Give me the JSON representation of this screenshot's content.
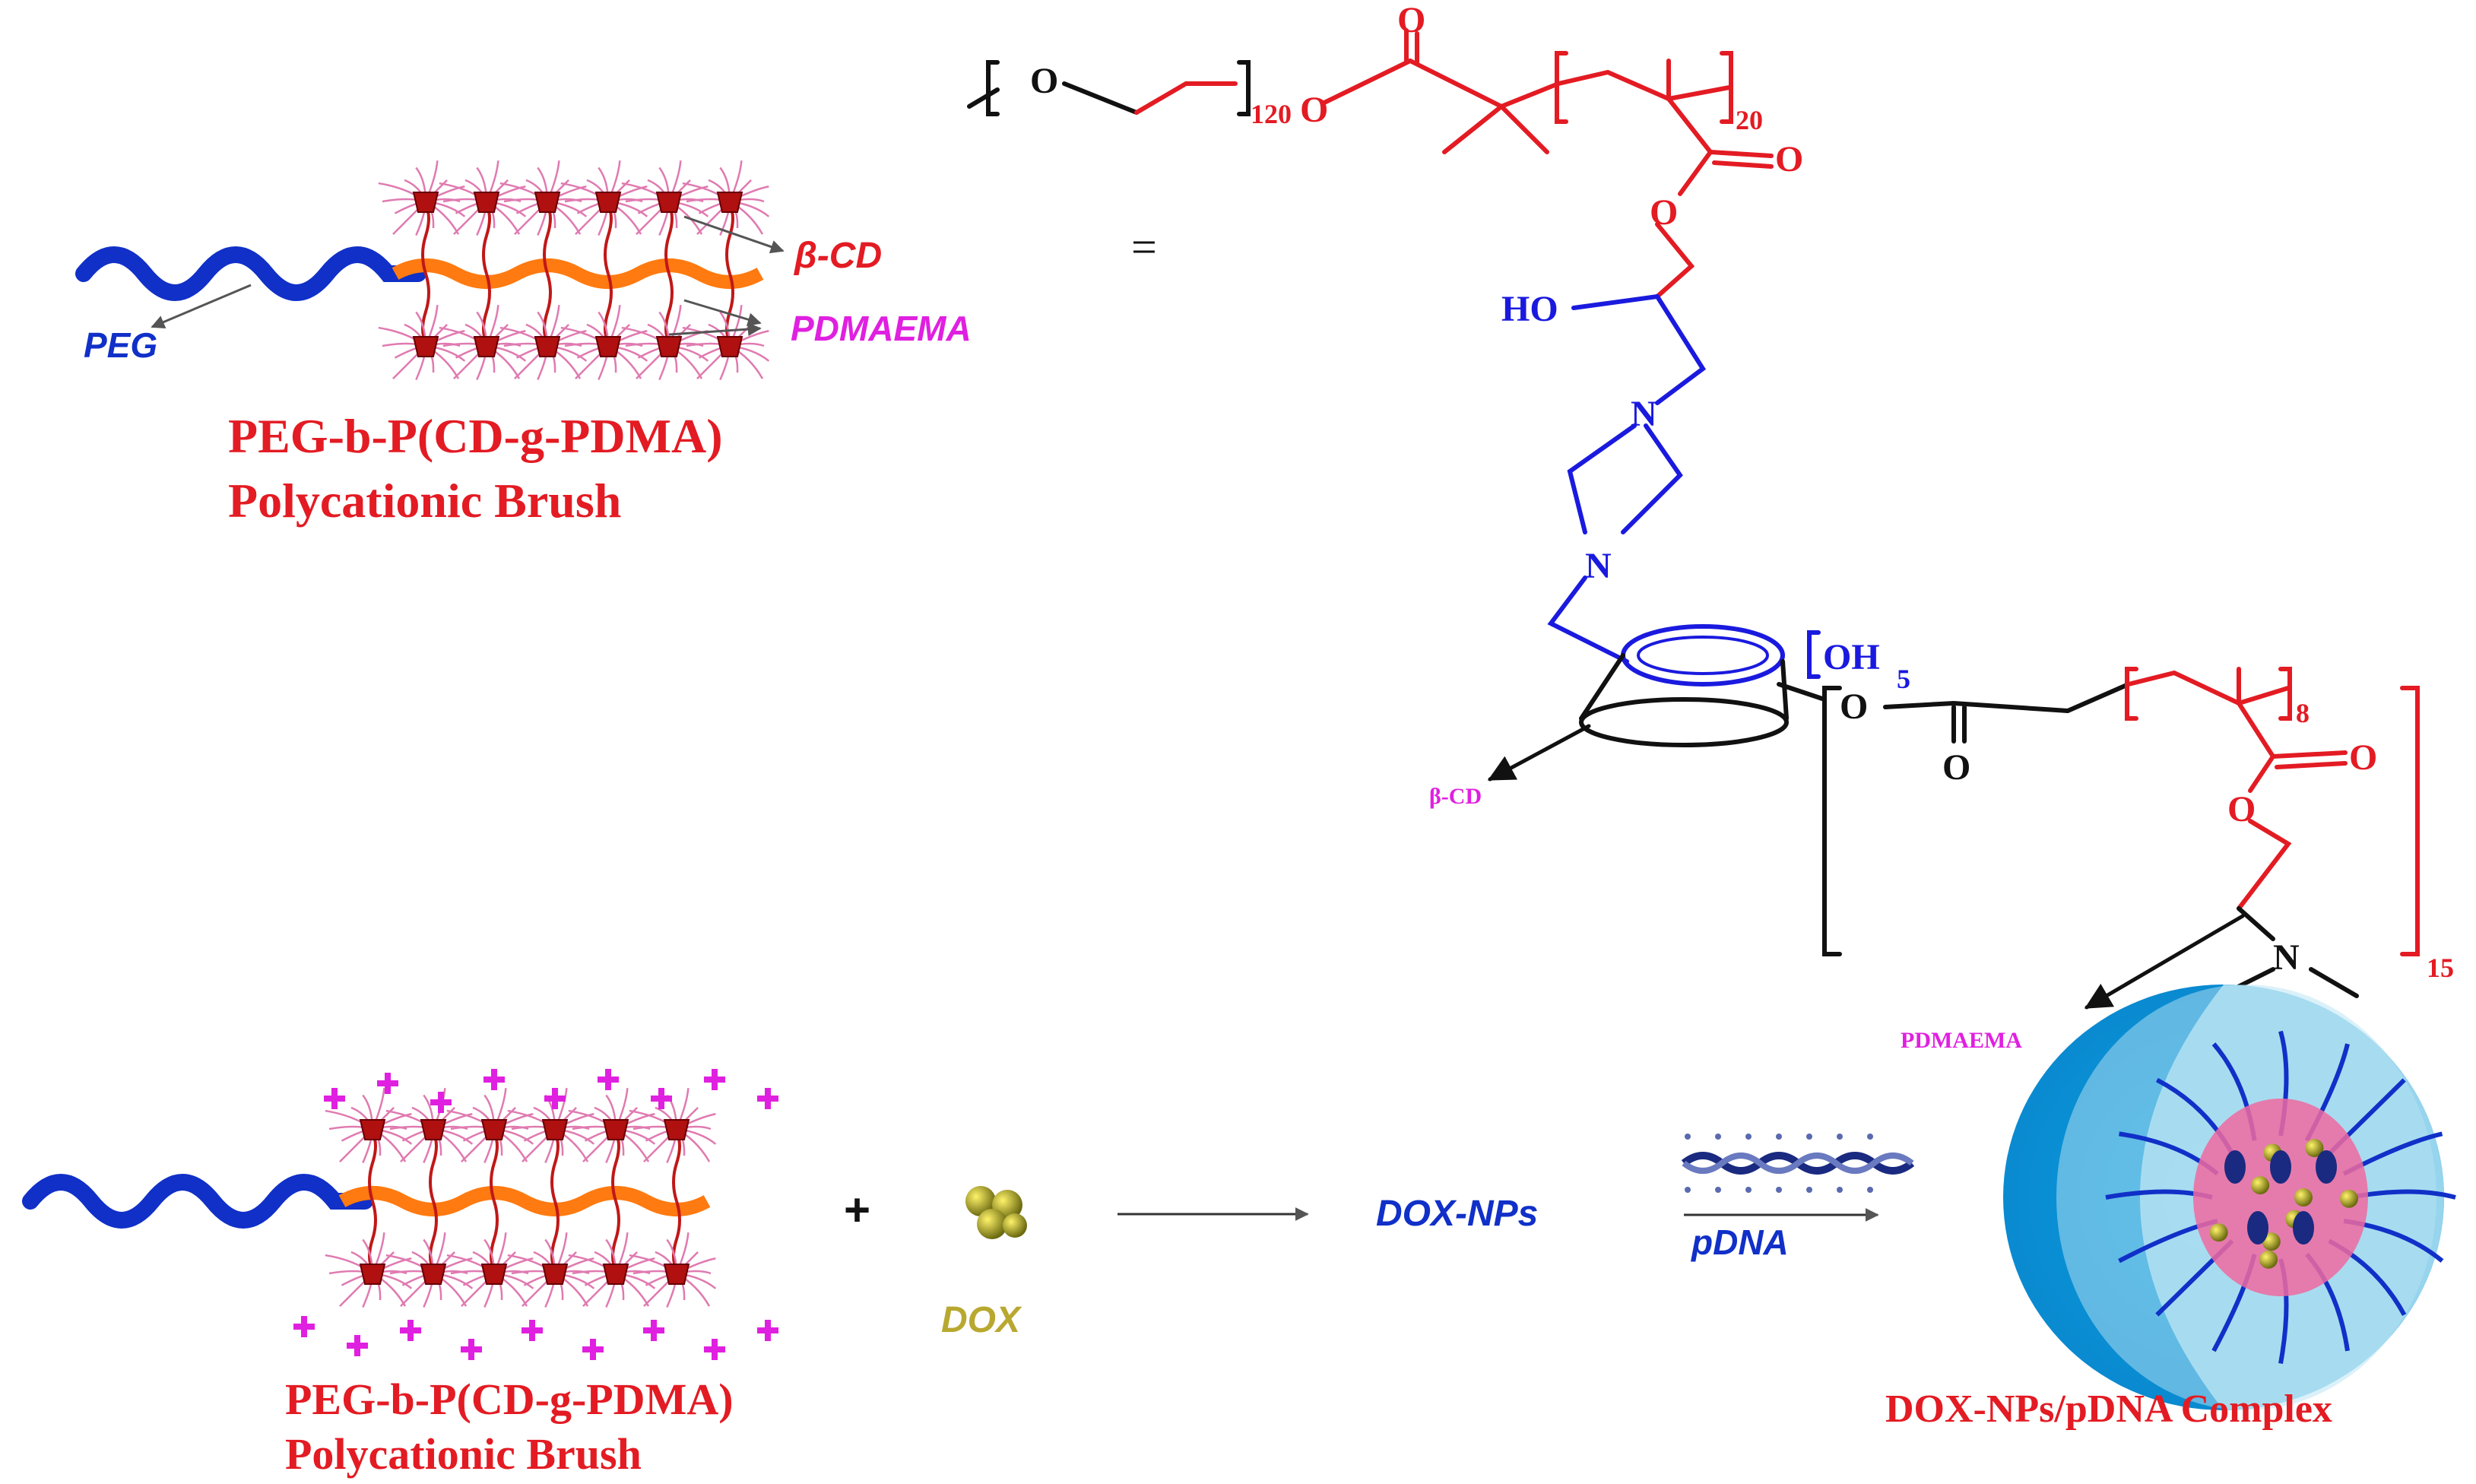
{
  "top_brush": {
    "label_beta_cd": "β-CD",
    "label_peg": "PEG",
    "label_pdmaema": "PDMAEMA",
    "caption_line1": "PEG-b-P(CD-g-PDMA)",
    "caption_line2": "Polycationic Brush"
  },
  "equals_sign": "=",
  "structure": {
    "peg_o": "O",
    "peg_repeat": "120",
    "ester_o": "O",
    "carbonyl_o_top": "O",
    "backbone_repeat": "20",
    "side_carbonyl_o": "O",
    "side_ester_o": "O",
    "hydroxyl": "HO",
    "piperazine_n_top": "N",
    "piperazine_n_bottom": "N",
    "cd_oh": "OH",
    "cd_oh_count": "5",
    "cd_o": "O",
    "linker_carbonyl_o": "O",
    "pdma_repeat": "8",
    "pdma_carbonyl_o": "O",
    "pdma_ester_o": "O",
    "amine_n": "N",
    "arm_repeat": "15",
    "label_beta_cd": "β-CD",
    "label_pdmaema": "PDMAEMA"
  },
  "bottom_scheme": {
    "plus": "+",
    "dox_label": "DOX",
    "dox_nps_label": "DOX-NPs",
    "pdna_label": "pDNA",
    "brush_caption_line1": "PEG-b-P(CD-g-PDMA)",
    "brush_caption_line2": "Polycationic Brush",
    "complex_caption": "DOX-NPs/pDNA Complex"
  },
  "colors": {
    "red": "#e31b23",
    "blue": "#1a1adf",
    "magenta": "#e020e0",
    "black": "#111111",
    "peg_blue": "#1030c8",
    "orange": "#ff7a10",
    "pink_chain": "#e07ab0",
    "cd_red": "#b01010",
    "dox_olive": "#b8a830",
    "sphere_blue": "#0aa0e0"
  }
}
